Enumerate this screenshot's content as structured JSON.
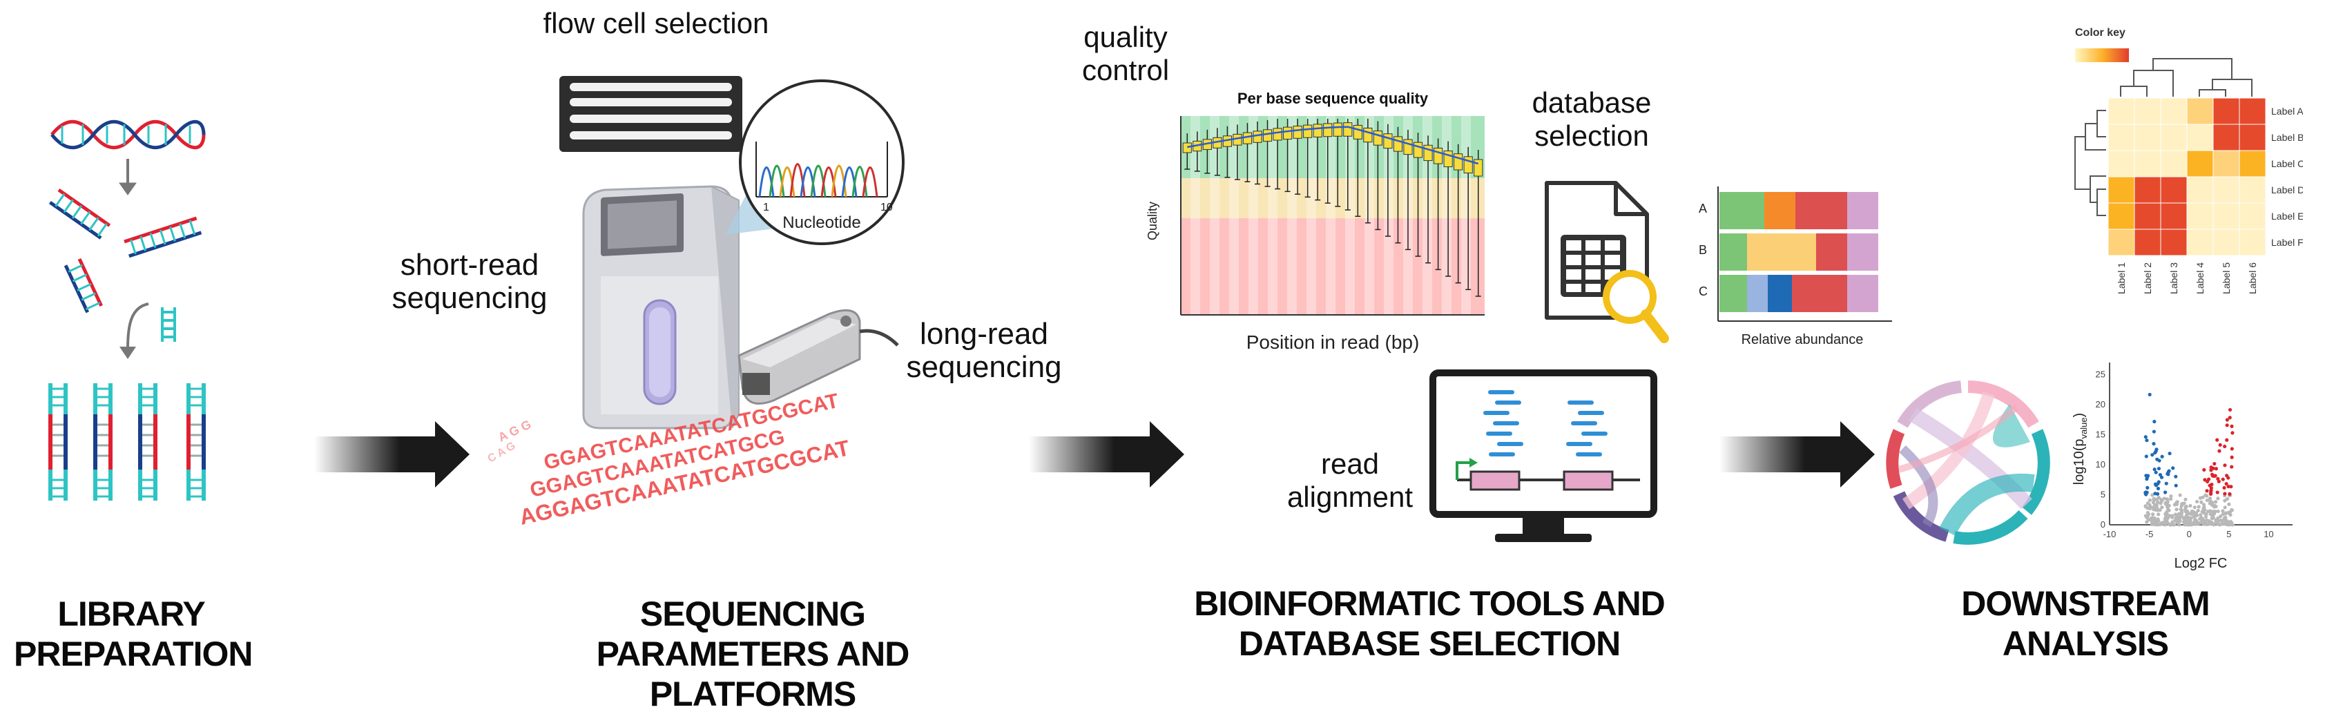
{
  "stages": {
    "library": "LIBRARY PREPARATION",
    "sequencing": "SEQUENCING PARAMETERS AND PLATFORMS",
    "bioinformatic": "BIOINFORMATIC TOOLS AND DATABASE SELECTION",
    "downstream": "DOWNSTREAM ANALYSIS"
  },
  "labels": {
    "flow_cell": "flow cell selection",
    "short_read": "short-read sequencing",
    "long_read": "long-read sequencing",
    "nucleotide": "Nucleotide",
    "tick_1": "1",
    "tick_10": "10",
    "quality_control": "quality control",
    "database_selection": "database selection",
    "read_alignment": "read alignment",
    "seq_line_1": "GGAGTCAAATATCATGCGCAT",
    "seq_line_2": "GGAGTCAAATATCATGCG",
    "seq_line_3": "AGGAGTCAAATATCATGCGCAT"
  },
  "quality_plot": {
    "title": "Per base sequence quality",
    "ylabel": "Quality",
    "xlabel": "Position in read (bp)"
  },
  "abundance": {
    "xlabel": "Relative abundance",
    "rows": [
      "A",
      "B",
      "C"
    ]
  },
  "heatmap": {
    "color_key": "Color key",
    "row_labels": [
      "Label A",
      "Label B",
      "Label C",
      "Label D",
      "Label E",
      "Label F"
    ],
    "col_labels": [
      "Label 1",
      "Label 2",
      "Label 3",
      "Label 4",
      "Label 5",
      "Label 6"
    ]
  },
  "volcano": {
    "xlabel": "Log2 FC",
    "ylabel": "log10(p",
    "ylabel_sub": "value",
    "ylabel_end": ")",
    "x_ticks": [
      "-10",
      "-5",
      "0",
      "5",
      "10"
    ],
    "y_ticks": [
      "0",
      "5",
      "10",
      "15",
      "20",
      "25"
    ]
  },
  "colors": {
    "dna_red": "#e02030",
    "dna_blue": "#1a3f8a",
    "adapter_teal": "#2ec4c4",
    "arrow": "#1a1a1a",
    "seq_red": "#ef4b4b"
  }
}
